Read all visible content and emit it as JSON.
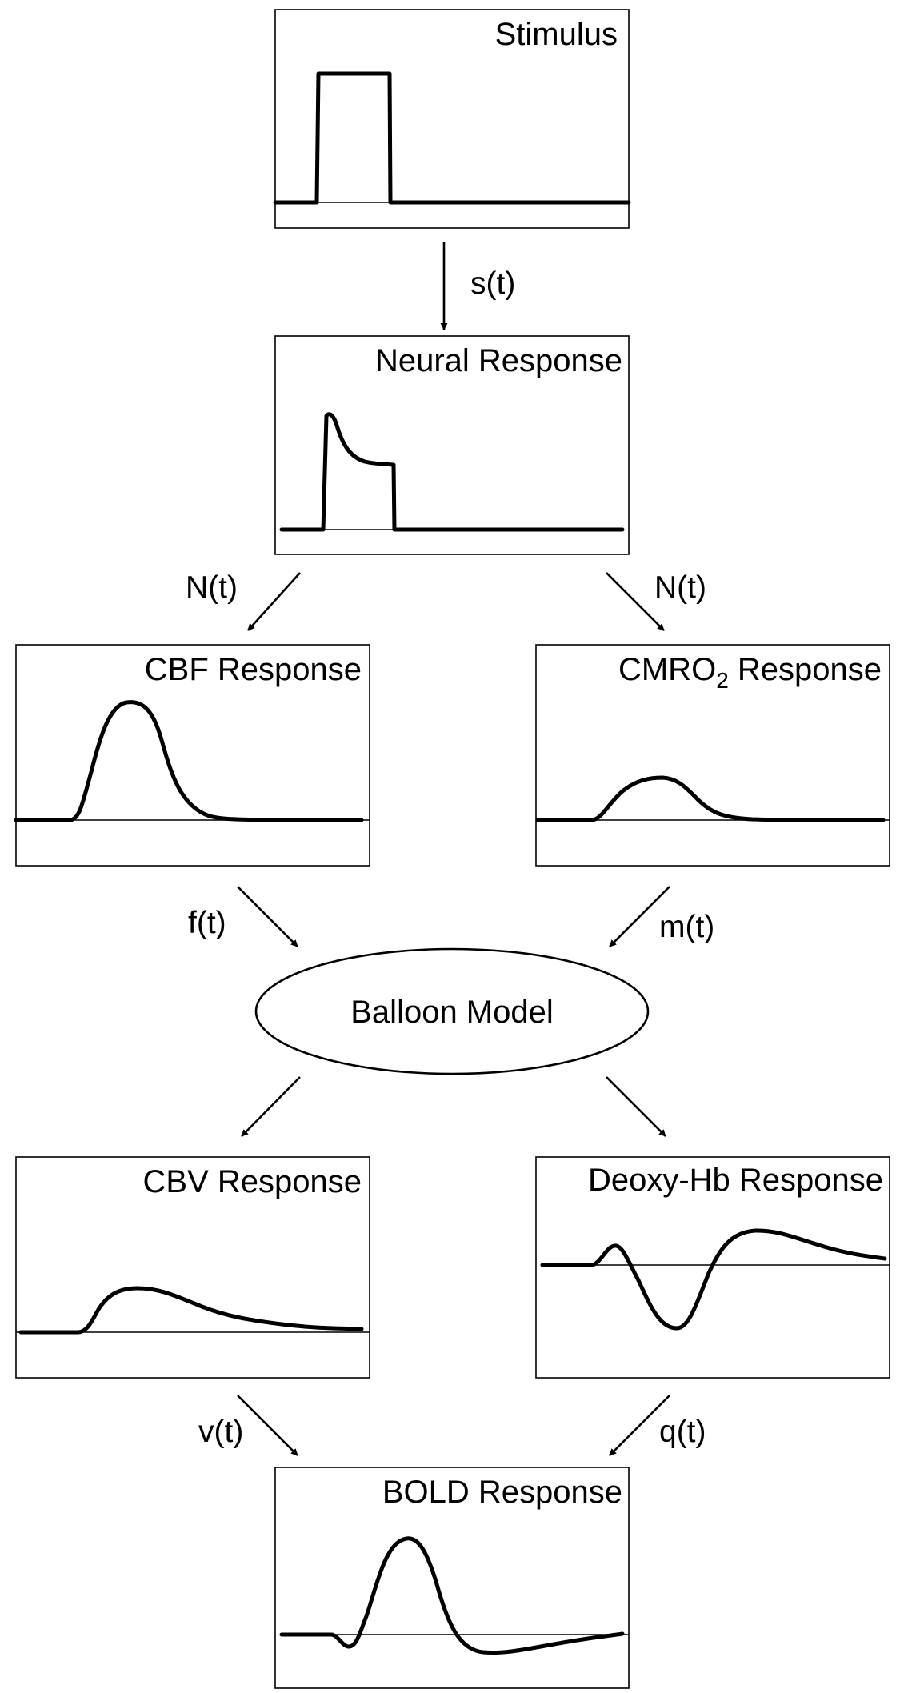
{
  "panels": {
    "stimulus": {
      "title": "Stimulus"
    },
    "neural": {
      "title": "Neural Response"
    },
    "cbf": {
      "title": "CBF Response"
    },
    "cmro2": {
      "title": "CMRO",
      "title_sub": "2",
      "title_rest": " Response"
    },
    "cbv": {
      "title": "CBV Response"
    },
    "deoxy": {
      "title": "Deoxy-Hb Response"
    },
    "bold": {
      "title": "BOLD Response"
    }
  },
  "model": {
    "label": "Balloon Model"
  },
  "edges": {
    "s": "s(t)",
    "n_left": "N(t)",
    "n_right": "N(t)",
    "f": "f(t)",
    "m": "m(t)",
    "v": "v(t)",
    "q": "q(t)"
  },
  "colors": {
    "stroke": "#000000",
    "background": "#ffffff"
  }
}
